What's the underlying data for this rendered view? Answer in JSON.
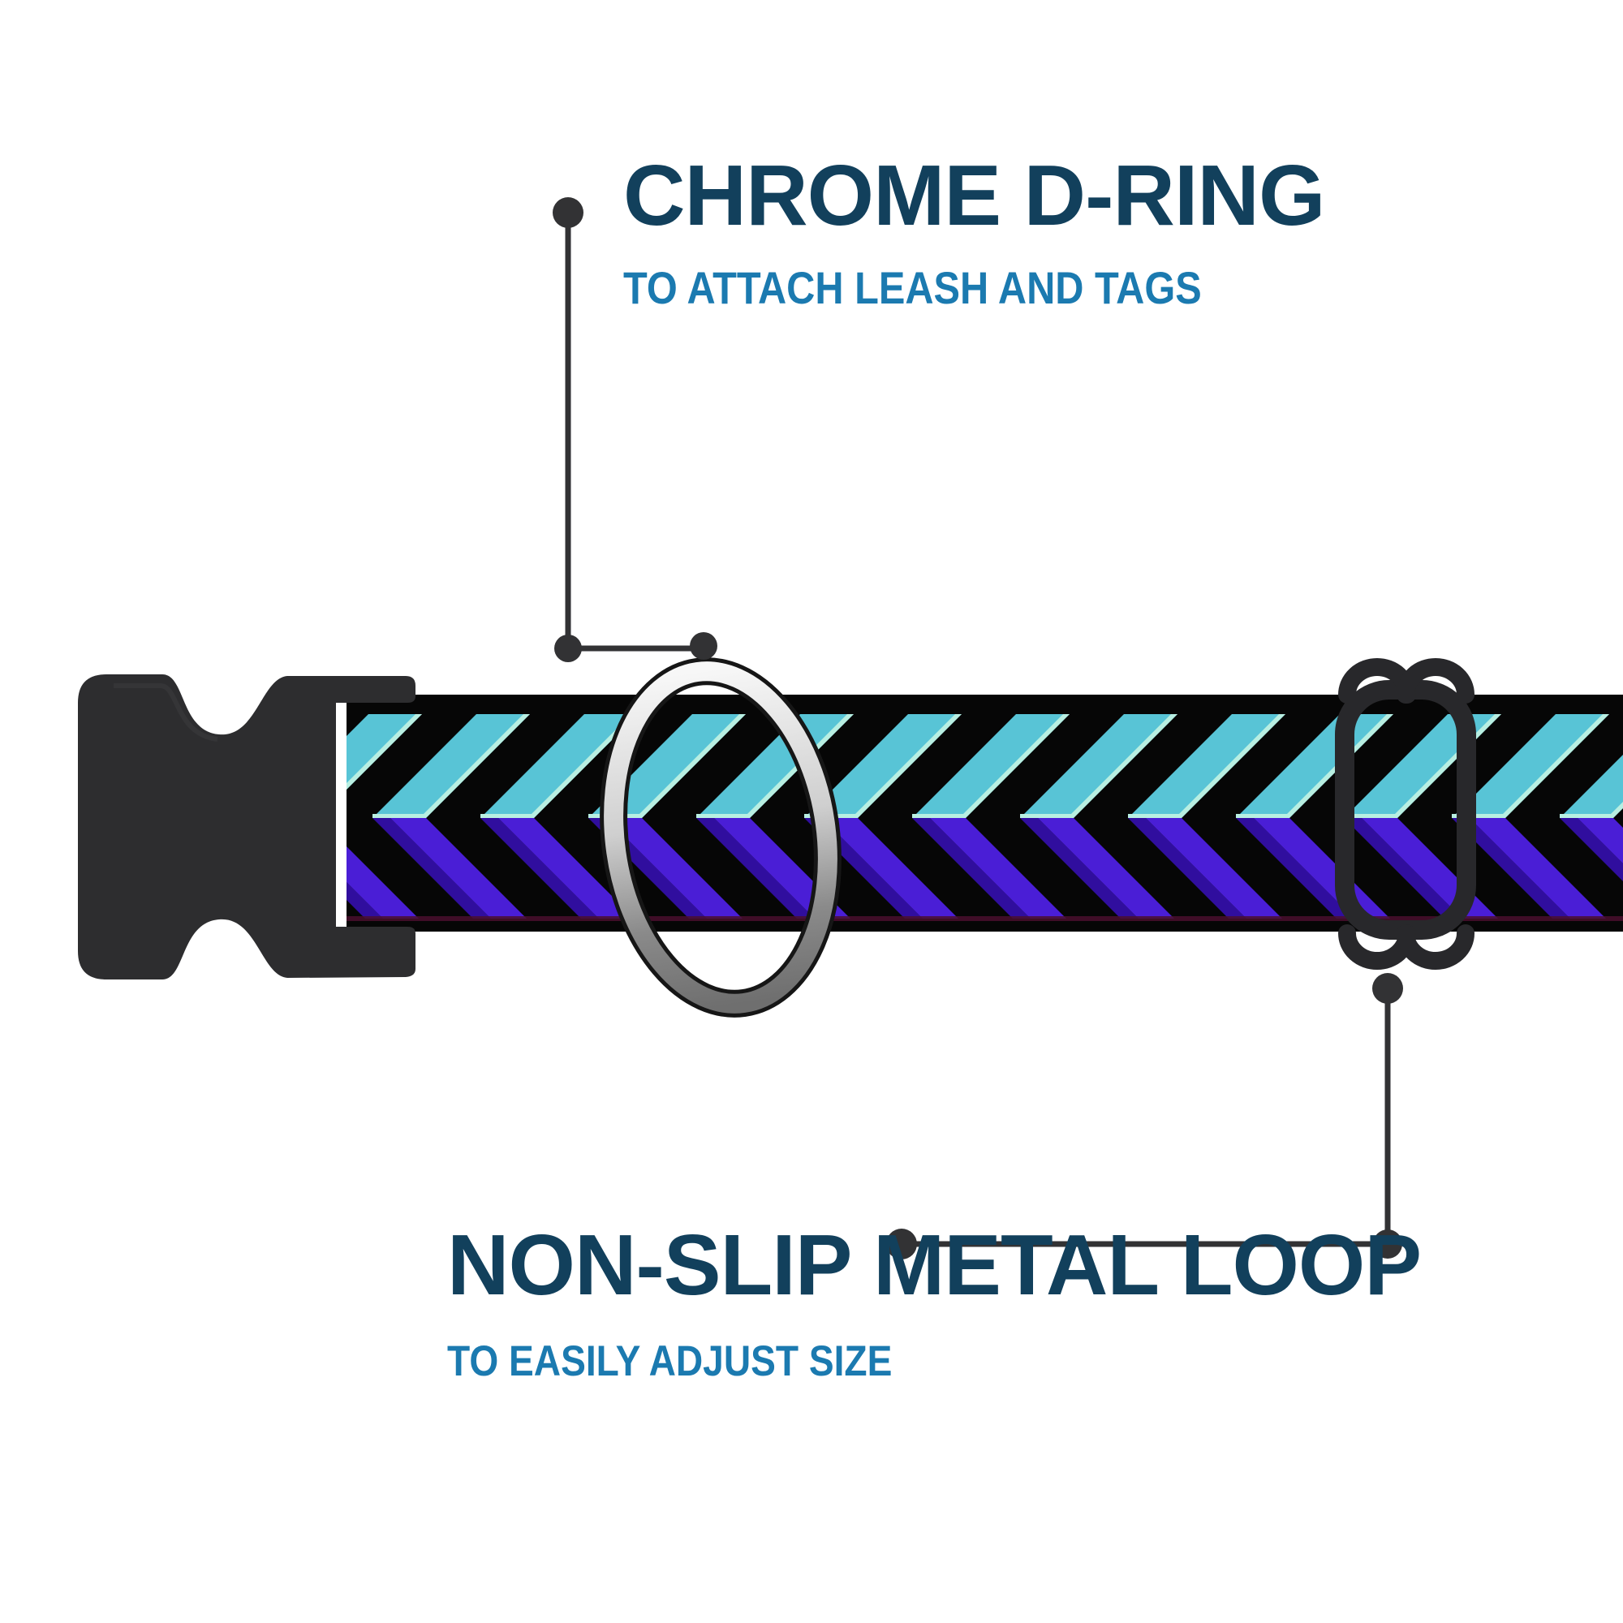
{
  "image": {
    "type": "product-callout-diagram",
    "background": "#ffffff"
  },
  "callouts": {
    "top": {
      "title": "CHROME D-RING",
      "subtitle": "TO ATTACH LEASH AND TAGS",
      "title_color": "#12405c",
      "subtitle_color": "#1b7ab0"
    },
    "bottom": {
      "title": "NON-SLIP METAL LOOP",
      "subtitle": "TO EASILY ADJUST SIZE",
      "title_color": "#12405c",
      "subtitle_color": "#1b7ab0"
    }
  },
  "connector_color": "#323234",
  "collar": {
    "pattern": "chevron",
    "colors": {
      "teal": "#58c4d6",
      "teal_highlight": "#b8efe2",
      "purple": "#4a1ed6",
      "purple_shadow": "#300e9e",
      "black": "#060606",
      "edge_maroon": "#4a0f2e"
    },
    "hardware": {
      "buckle": "black-side-release-buckle",
      "d_ring": "chrome-d-ring",
      "slider": "black-metal-slider-loop",
      "buckle_color": "#2d2d2f",
      "slider_color": "#28282b",
      "ring_silver": "#c9c9c9",
      "ring_outline": "#161616"
    }
  }
}
